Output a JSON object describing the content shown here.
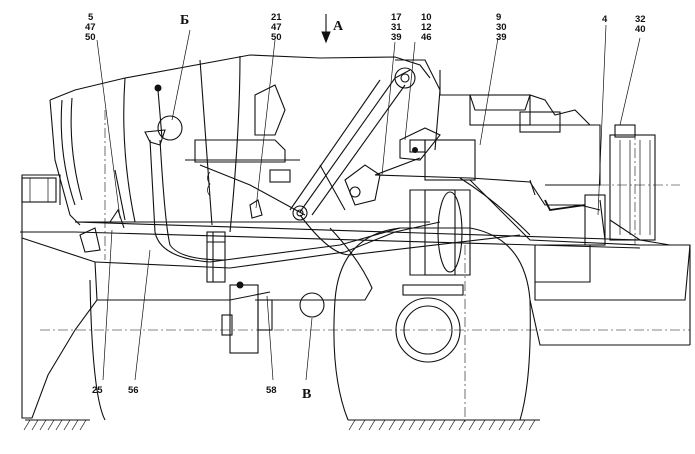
{
  "views": {
    "a": "А",
    "b": "Б",
    "v": "В"
  },
  "callouts": {
    "c_5_47_50": [
      "5",
      "47",
      "50"
    ],
    "c_21_47_50": [
      "21",
      "47",
      "50"
    ],
    "c_17_31_39": [
      "17",
      "31",
      "39"
    ],
    "c_10_12_46": [
      "10",
      "12",
      "46"
    ],
    "c_9_30_39": [
      "9",
      "30",
      "39"
    ],
    "c_4": [
      "4"
    ],
    "c_32_40": [
      "32",
      "40"
    ],
    "c_25": [
      "25"
    ],
    "c_56": [
      "56"
    ],
    "c_58": [
      "58"
    ]
  }
}
